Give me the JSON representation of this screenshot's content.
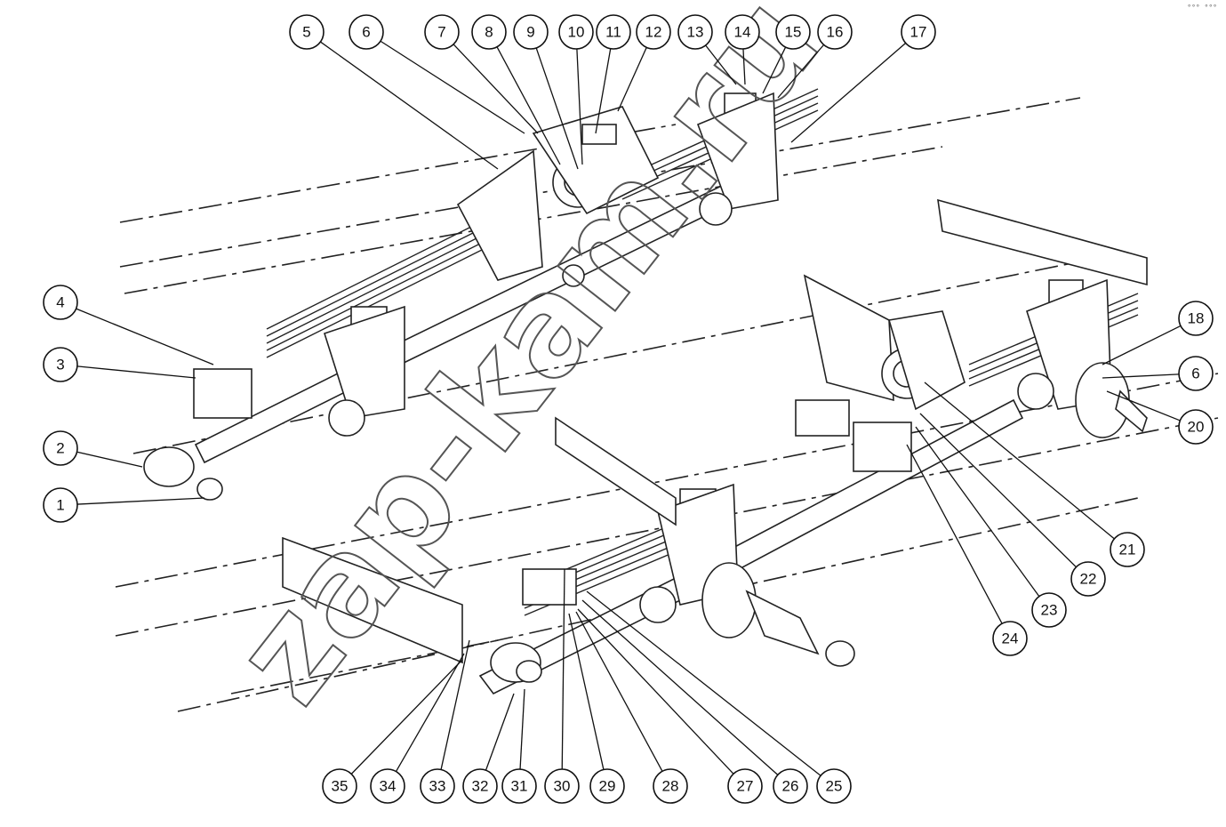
{
  "watermark": "zap-kam.ru",
  "corner_mark": "°°° °°°",
  "callouts": [
    {
      "label": "1"
    },
    {
      "label": "2"
    },
    {
      "label": "3"
    },
    {
      "label": "4"
    },
    {
      "label": "5"
    },
    {
      "label": "6"
    },
    {
      "label": "7"
    },
    {
      "label": "8"
    },
    {
      "label": "9"
    },
    {
      "label": "10"
    },
    {
      "label": "11"
    },
    {
      "label": "12"
    },
    {
      "label": "13"
    },
    {
      "label": "14"
    },
    {
      "label": "15"
    },
    {
      "label": "16"
    },
    {
      "label": "17"
    },
    {
      "label": "18"
    },
    {
      "label": "6"
    },
    {
      "label": "20"
    },
    {
      "label": "21"
    },
    {
      "label": "22"
    },
    {
      "label": "23"
    },
    {
      "label": "24"
    },
    {
      "label": "25"
    },
    {
      "label": "26"
    },
    {
      "label": "27"
    },
    {
      "label": "28"
    },
    {
      "label": "29"
    },
    {
      "label": "30"
    },
    {
      "label": "31"
    },
    {
      "label": "32"
    },
    {
      "label": "33"
    },
    {
      "label": "34"
    },
    {
      "label": "35"
    }
  ]
}
